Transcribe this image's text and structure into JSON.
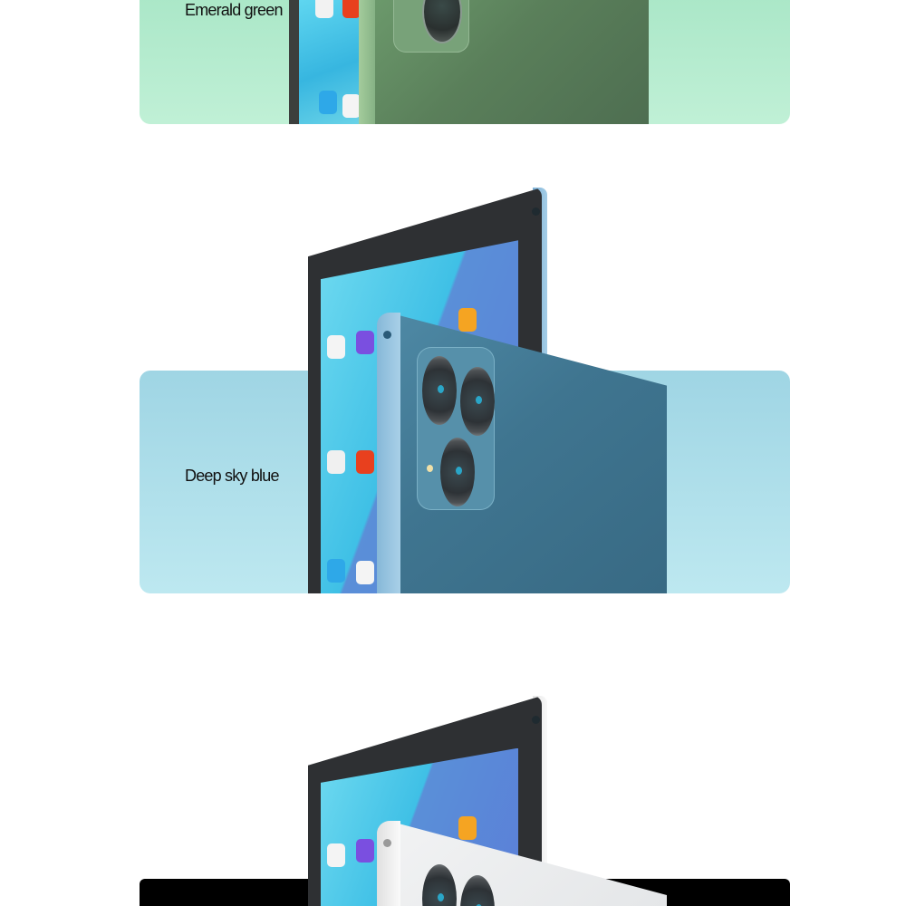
{
  "page": {
    "type": "product color variants showcase"
  },
  "variants": [
    {
      "id": "emerald-green",
      "label": "Emerald green",
      "panel_color": "#b4ecd0",
      "body_color": "#5a7f5a",
      "frame_color": "#94c08e"
    },
    {
      "id": "deep-sky-blue",
      "label": "Deep sky blue",
      "panel_color": "#ade0ea",
      "body_color": "#3f7088",
      "frame_color": "#9ccbe3"
    },
    {
      "id": "white",
      "label": "",
      "panel_color": "#000000",
      "body_color": "#e8e9ea",
      "frame_color": "#f2f2f2"
    }
  ],
  "colors": {
    "page_background": "#ffffff",
    "screen_bezel": "#2e3033",
    "label_text": "#111111"
  }
}
